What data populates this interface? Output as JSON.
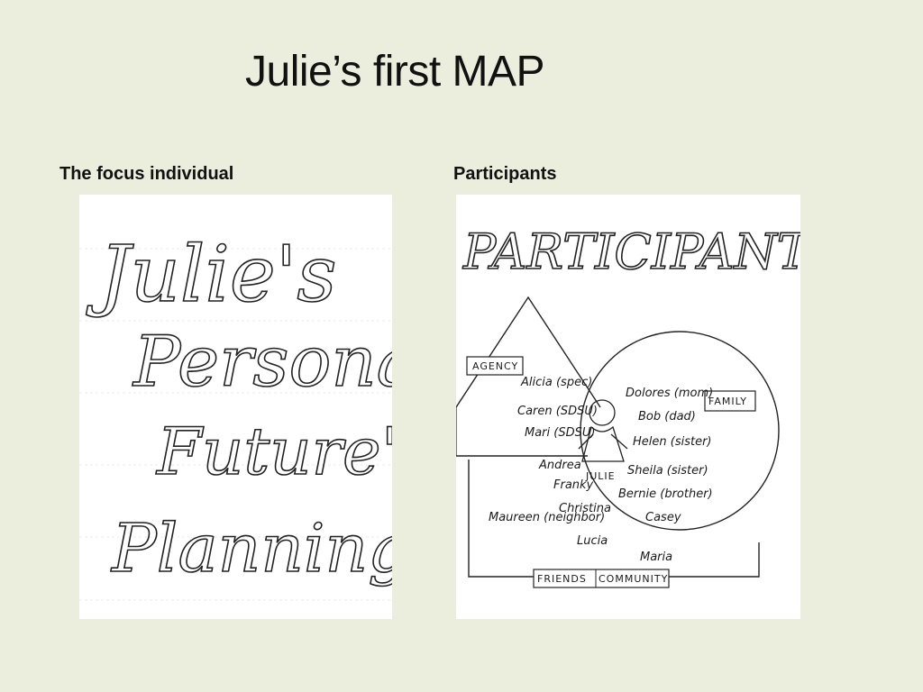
{
  "title": "Julie’s first MAP",
  "left_column": {
    "heading": "The focus individual",
    "drawing_lines": [
      "Julie's",
      "Personal",
      "Future's",
      "Planning"
    ]
  },
  "right_column": {
    "heading": "Participants",
    "drawing_title": "PARTICIPANTS",
    "labels": {
      "agency": "AGENCY",
      "family": "FAMILY",
      "friends": "FRIENDS",
      "community": "COMMUNITY",
      "center": "JULIE"
    },
    "agency_names": [
      "Alicia (spec)",
      "Caren (SDSU)",
      "Mari (SDSU)",
      "Andrea"
    ],
    "family_names": [
      "Dolores (mom)",
      "Bob (dad)",
      "Helen (sister)",
      "Sheila (sister)",
      "Bernie (brother)",
      "Casey"
    ],
    "friends_names": [
      "Franky",
      "Christina",
      "Maureen (neighbor)",
      "Lucia",
      "Maria"
    ]
  }
}
